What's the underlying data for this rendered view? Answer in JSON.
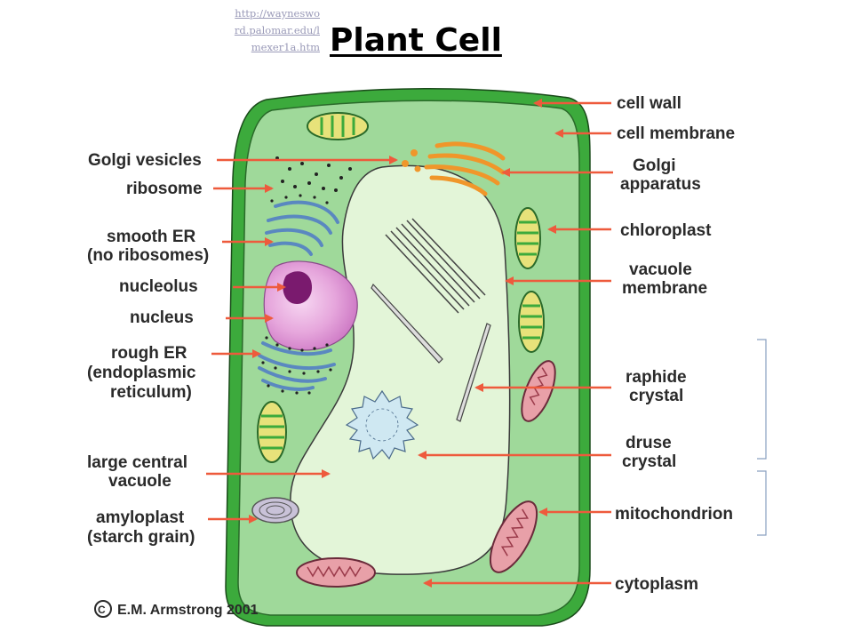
{
  "source_link": "http://waynesword.palomar.edu/lmexer1a.htm",
  "title": "Plant Cell",
  "labels_left": {
    "golgi_vesicles": "Golgi vesicles",
    "ribosome": "ribosome",
    "smooth_er_1": "smooth ER",
    "smooth_er_2": "(no ribosomes)",
    "nucleolus": "nucleolus",
    "nucleus": "nucleus",
    "rough_er_1": "rough ER",
    "rough_er_2": "(endoplasmic",
    "rough_er_3": "reticulum)",
    "vacuole_1": "large central",
    "vacuole_2": "vacuole",
    "amyloplast_1": "amyloplast",
    "amyloplast_2": "(starch grain)"
  },
  "labels_right": {
    "cell_wall": "cell wall",
    "cell_membrane": "cell membrane",
    "golgi_1": "Golgi",
    "golgi_2": "apparatus",
    "chloroplast": "chloroplast",
    "vacuole_membrane_1": "vacuole",
    "vacuole_membrane_2": "membrane",
    "raphide_1": "raphide",
    "raphide_2": "crystal",
    "druse_1": "druse",
    "druse_2": "crystal",
    "mitochondrion": "mitochondrion",
    "cytoplasm": "cytoplasm"
  },
  "copyright_symbol": "C",
  "copyright": "E.M. Armstrong 2001",
  "colors": {
    "arrow": "#ee5a3c",
    "cell_wall": "#3caa3c",
    "cytoplasm": "#9fd99a",
    "vacuole": "#e3f5d8",
    "nucleus": "#e6a6dc",
    "nucleolus": "#7a1a6e",
    "golgi": "#f0962a",
    "er": "#7aa8d8",
    "chloroplast": "#e7e27a",
    "mitochondrion": "#e8a0a8"
  }
}
